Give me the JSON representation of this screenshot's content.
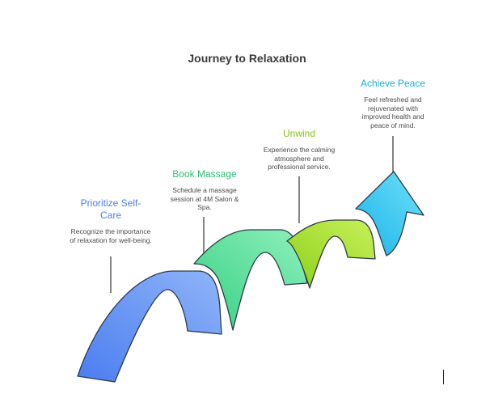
{
  "title": "Journey to Relaxation",
  "steps": [
    {
      "title": "Prioritize Self-Care",
      "description": "Recognize the importance of relaxation for well-being.",
      "color": "#5b8ff0"
    },
    {
      "title": "Book Massage",
      "description": "Schedule a massage session at 4M Salon & Spa.",
      "color": "#3ed48a"
    },
    {
      "title": "Unwind",
      "description": "Experience the calming atmosphere and professional service.",
      "color": "#8fd11e"
    },
    {
      "title": "Achieve Peace",
      "description": "Feel refreshed and rejuvenated with improved health and peace of mind.",
      "color": "#1cb8e8"
    }
  ]
}
